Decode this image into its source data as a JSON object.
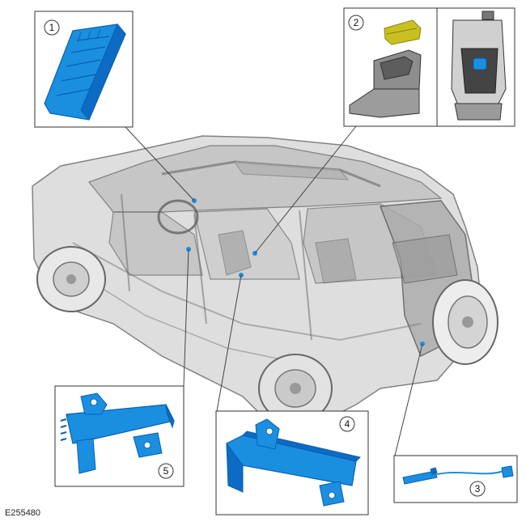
{
  "figure": {
    "reference_code": "E255480",
    "callouts": [
      {
        "id": "1",
        "label": "1"
      },
      {
        "id": "2",
        "label": "2"
      },
      {
        "id": "3",
        "label": "3"
      },
      {
        "id": "4",
        "label": "4"
      },
      {
        "id": "5",
        "label": "5"
      }
    ]
  },
  "colors": {
    "component_blue": "#1a8fe0",
    "component_blue_dark": "#0a5fb0",
    "vehicle_gray": "#8a8a8a",
    "frame": "#333333",
    "leader": "#444444",
    "bin_yellow": "#c8c020"
  }
}
